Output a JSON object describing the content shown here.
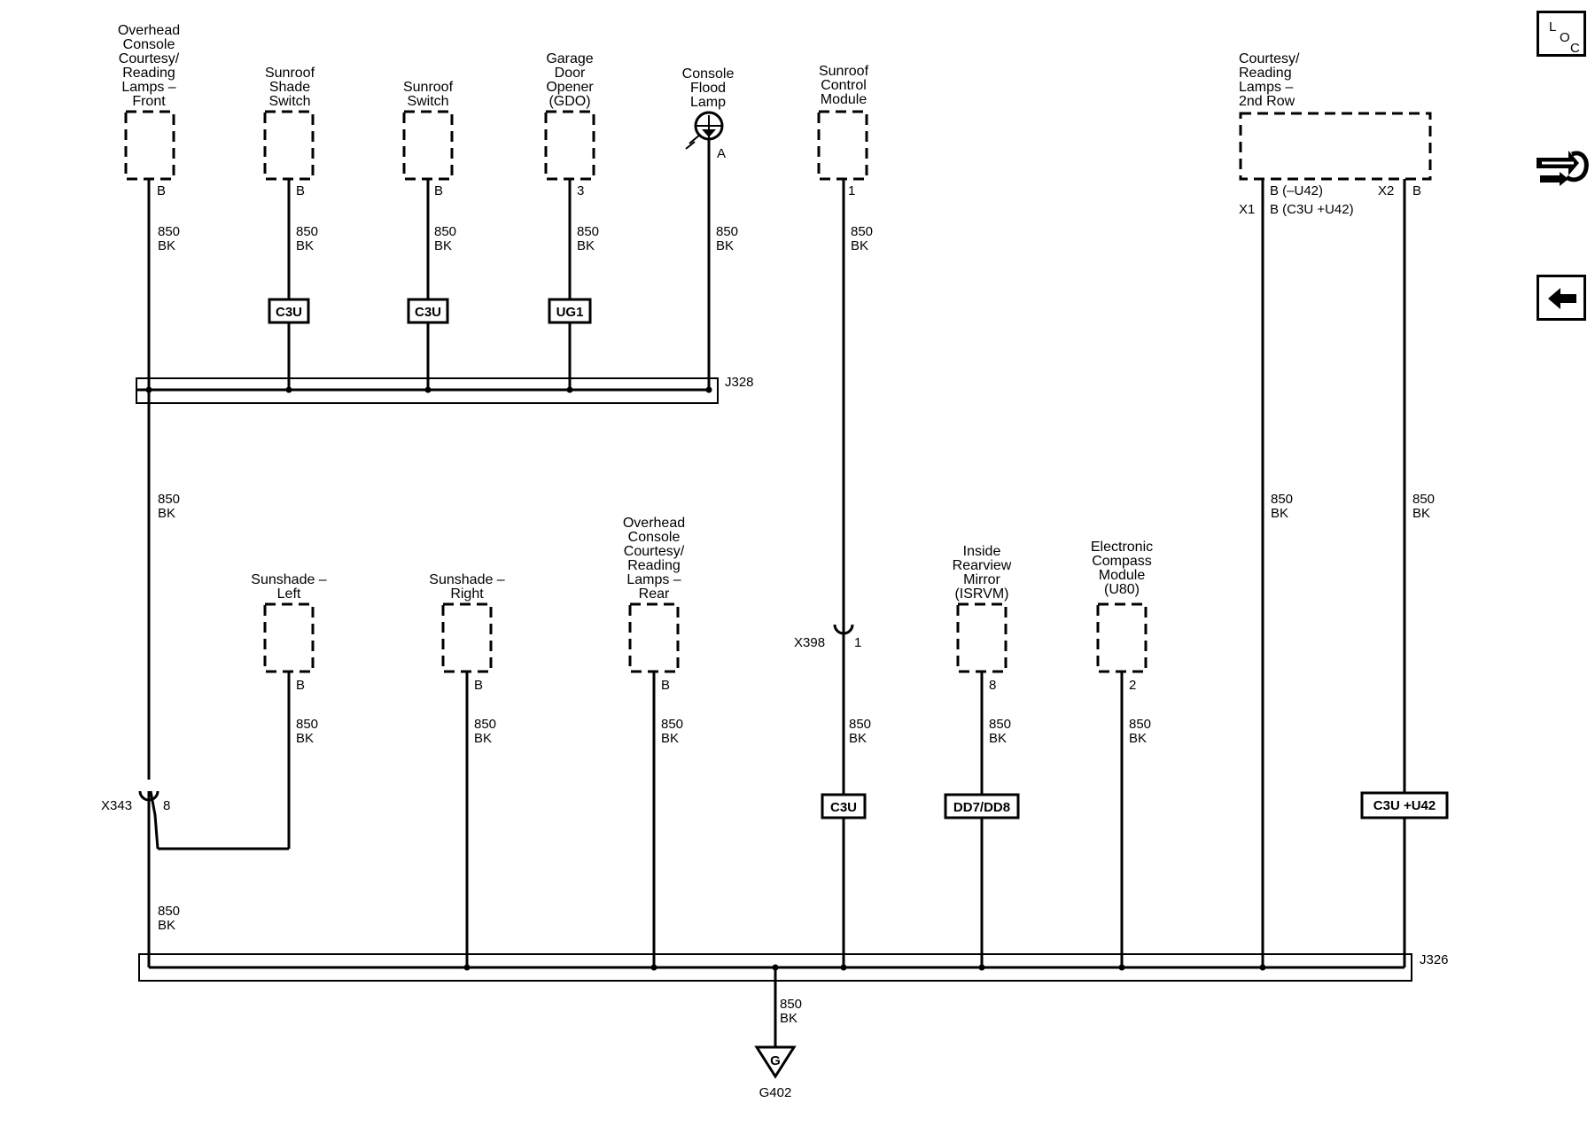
{
  "components": {
    "overhead_front": [
      "Overhead",
      "Console",
      "Courtesy/",
      "Reading",
      "Lamps –",
      "Front"
    ],
    "shade_switch": [
      "Sunroof",
      "Shade",
      "Switch"
    ],
    "sunroof_switch": [
      "Sunroof",
      "Switch"
    ],
    "gdo": [
      "Garage",
      "Door",
      "Opener",
      "(GDO)"
    ],
    "flood_lamp": [
      "Console",
      "Flood",
      "Lamp"
    ],
    "sunroof_module": [
      "Sunroof",
      "Control",
      "Module"
    ],
    "second_row": [
      "Courtesy/",
      "Reading",
      "Lamps –",
      "2nd Row"
    ],
    "sunshade_left": [
      "Sunshade –",
      "Left"
    ],
    "sunshade_right": [
      "Sunshade –",
      "Right"
    ],
    "overhead_rear": [
      "Overhead",
      "Console",
      "Courtesy/",
      "Reading",
      "Lamps –",
      "Rear"
    ],
    "isrvm": [
      "Inside",
      "Rearview",
      "Mirror",
      "(ISRVM)"
    ],
    "compass": [
      "Electronic",
      "Compass",
      "Module",
      "(U80)"
    ]
  },
  "pins": {
    "overhead_front": "B",
    "shade_switch": "B",
    "sunroof_switch": "B",
    "gdo": "3",
    "flood_lamp": "A",
    "sunroof_module": "1",
    "second_row_b1": "B (–U42)",
    "second_row_b2": "B (C3U +U42)",
    "second_row_x2": "B",
    "sunshade_left": "B",
    "sunshade_right": "B",
    "overhead_rear": "B",
    "isrvm": "8",
    "compass": "2",
    "x398": "1",
    "x343": "8"
  },
  "connectors": {
    "x1": "X1",
    "x2": "X2",
    "x398": "X398",
    "x343": "X343"
  },
  "wire": {
    "circuit": "850",
    "color": "BK"
  },
  "options": {
    "shade_switch": "C3U",
    "sunroof_switch": "C3U",
    "gdo": "UG1",
    "sunroof_module": "C3U",
    "isrvm": "DD7/DD8",
    "second_row": "C3U +U42"
  },
  "splices": {
    "upper": "J328",
    "lower": "J326"
  },
  "ground": {
    "symbol": "G",
    "name": "G402"
  },
  "toolbar": {
    "loc_l": "L",
    "loc_o": "O",
    "loc_c": "C",
    "loc_icon": "location-icon",
    "connector_icon": "connector-end-view-icon",
    "back_icon": "back-arrow-icon"
  }
}
